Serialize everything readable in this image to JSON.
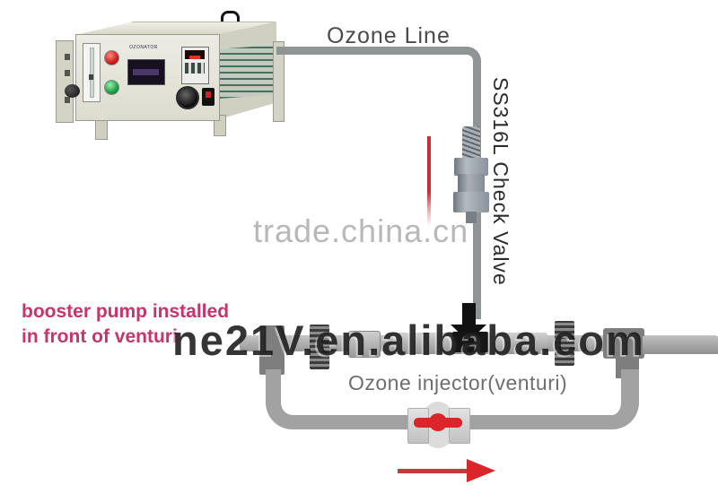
{
  "diagram": {
    "ozone_line_label": "Ozone Line",
    "check_valve_label": "SS316L Check Valve",
    "injector_label": "Ozone injector(venturi)",
    "note": {
      "line1": "booster pump installed",
      "line2": "in front of venturi"
    }
  },
  "watermarks": {
    "center": "trade.china.cn",
    "bottom": "ne21V.en.alibaba.com"
  },
  "machine": {
    "panel_label": "OZONATOR"
  },
  "colors": {
    "pipe_gray": "#8f9595",
    "venturi_pipe_gray": "#a9a9a9",
    "fitting_dark_gray": "#7e7e7e",
    "accent_red": "#d9262b",
    "note_pink": "#c5346a",
    "label_gray": "#4a4a4a",
    "injector_label_gray": "#6e6e6e",
    "watermark_light_gray": "#b8b8b8",
    "watermark_dark": "#191919",
    "machine_beige": "#dddccf",
    "vent_teal": "#47705f"
  }
}
